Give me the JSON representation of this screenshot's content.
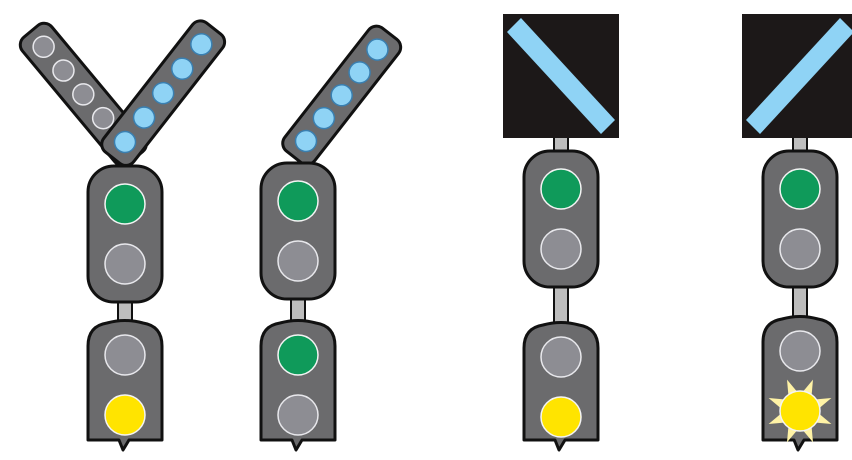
{
  "colors": {
    "background": "#ffffff",
    "housing": "#6b6b6d",
    "outline": "#111111",
    "lamp_off": "#8d8d93",
    "lamp_off_ring": "#e8e8ec",
    "green": "#0f9a5a",
    "yellow": "#ffe400",
    "yellow_glow": "#fff3a6",
    "feather_on": "#8fd3f5",
    "feather_ring": "#3a7fb0",
    "board": "#1c1818",
    "board_bar": "#8fd3f5",
    "post": "#bdbdbd"
  },
  "signals": [
    {
      "id": "signal-1",
      "indicator": {
        "type": "feather-pair",
        "left_lit": false,
        "right_lit": true
      },
      "upper_head": {
        "top": "green",
        "bottom": "off"
      },
      "lower_head": {
        "top": "off",
        "bottom": "yellow",
        "flashing": false
      }
    },
    {
      "id": "signal-2",
      "indicator": {
        "type": "feather-right",
        "lit": true
      },
      "upper_head": {
        "top": "green",
        "bottom": "off"
      },
      "lower_head": {
        "top": "green",
        "bottom": "off",
        "flashing": false
      }
    },
    {
      "id": "signal-3",
      "indicator": {
        "type": "board",
        "bar_direction": "backslash"
      },
      "upper_head": {
        "top": "green",
        "bottom": "off"
      },
      "lower_head": {
        "top": "off",
        "bottom": "yellow",
        "flashing": false
      }
    },
    {
      "id": "signal-4",
      "indicator": {
        "type": "board",
        "bar_direction": "slash"
      },
      "upper_head": {
        "top": "green",
        "bottom": "off"
      },
      "lower_head": {
        "top": "off",
        "bottom": "yellow",
        "flashing": true
      }
    }
  ]
}
